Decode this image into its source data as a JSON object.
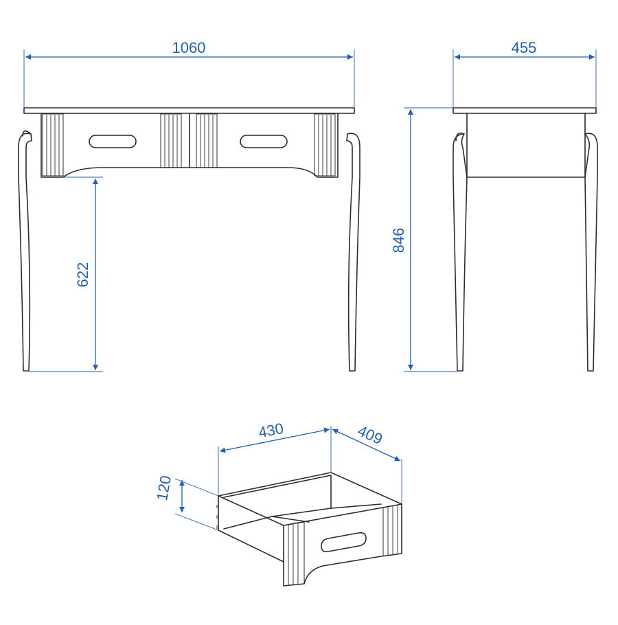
{
  "dimensions": {
    "desk_width": "1060",
    "desk_depth": "455",
    "desk_height": "846",
    "leg_clearance": "622",
    "drawer_width": "430",
    "drawer_depth": "409",
    "drawer_height": "120"
  },
  "colors": {
    "dimension": "#1f5fb5",
    "outline": "#2b2b2b",
    "background": "#ffffff"
  }
}
